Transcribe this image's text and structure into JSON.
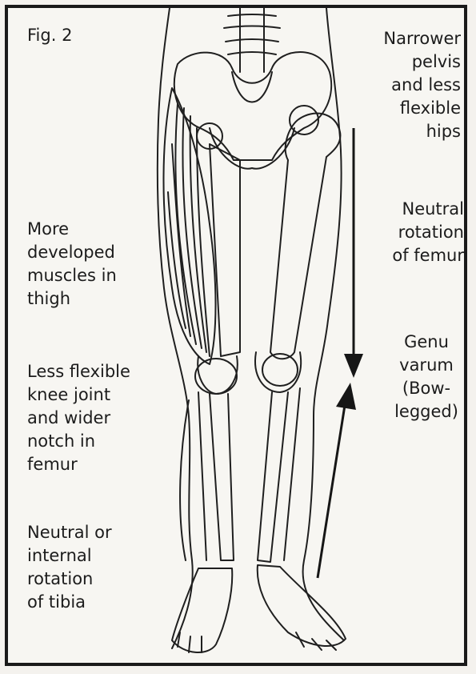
{
  "figure": {
    "label": "Fig. 2"
  },
  "annotations": {
    "pelvis": "Narrower\npelvis\nand less\nflexible\nhips",
    "femur_rotation": "Neutral\nrotation\nof femur",
    "genu_varum": "Genu\nvarum\n(Bow-\nlegged)",
    "thigh_muscles": "More\ndeveloped\nmuscles in\nthigh",
    "knee_joint": "Less flexible\nknee joint\nand wider\nnotch in\nfemur",
    "tibia_rotation": "Neutral or\ninternal\nrotation\nof tibia"
  }
}
